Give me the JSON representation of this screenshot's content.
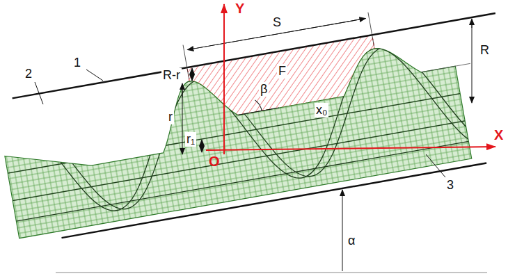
{
  "diagram": {
    "labels": [
      "1",
      "2",
      "R-r",
      "r",
      "r₁",
      "S",
      "F",
      "R",
      "β",
      "x₀",
      "O",
      "Y",
      "X",
      "3",
      "α"
    ]
  }
}
